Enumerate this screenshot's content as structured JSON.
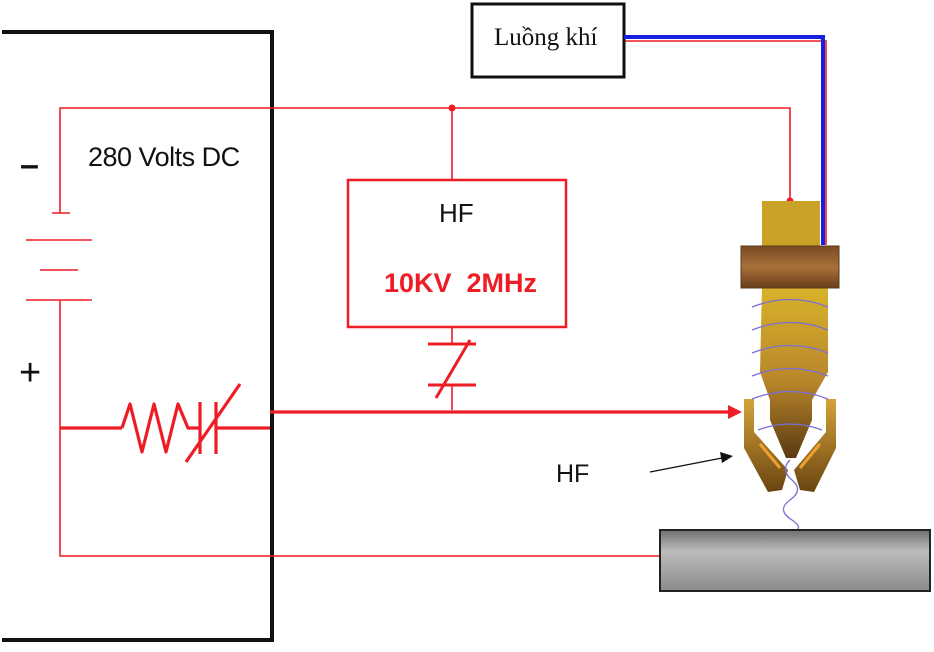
{
  "power_supply": {
    "voltage_label": "280 Volts DC",
    "negative_symbol": "–",
    "positive_symbol": "+"
  },
  "hf_unit": {
    "title": "HF",
    "spec": "10KV  2MHz"
  },
  "gas_box": {
    "label": "Luồng khí"
  },
  "arc_annotation": {
    "label": "HF"
  },
  "colors": {
    "circuit": "#ee1c24",
    "gas_line": "#1520e0",
    "frame": "#111111",
    "torch_body": "#c9a227",
    "torch_collar": "#8a5a2b",
    "workpiece": "#8c8c8c",
    "arc": "#7a6fd8"
  }
}
